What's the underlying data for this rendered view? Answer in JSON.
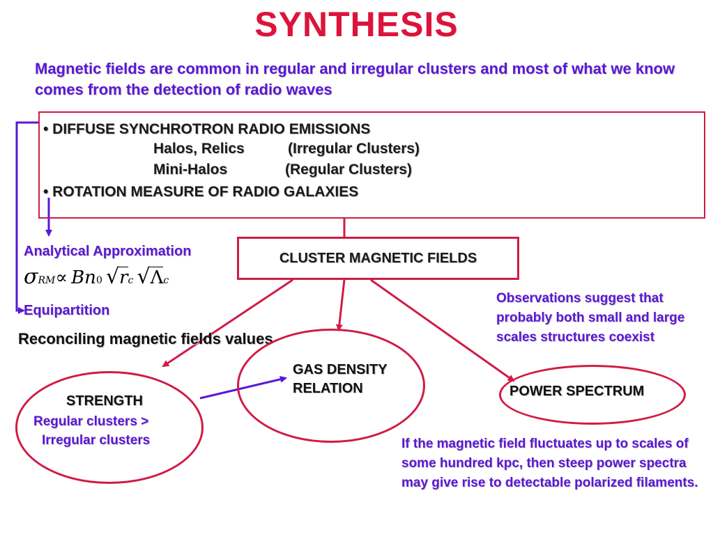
{
  "title": "SYNTHESIS",
  "intro": "Magnetic fields are common in regular and irregular clusters and most of what we know comes from the detection of radio waves",
  "emissions": {
    "bullet1": "• DIFFUSE SYNCHROTRON RADIO EMISSIONS",
    "halos_relics": "Halos,  Relics",
    "irregular_clusters": "(Irregular Clusters)",
    "mini_halos": "Mini-Halos",
    "regular_clusters": "(Regular Clusters)",
    "bullet2": "• ROTATION MEASURE OF RADIO GALAXIES"
  },
  "center_box": "CLUSTER MAGNETIC FIELDS",
  "left_notes": {
    "analytical": "Analytical Approximation",
    "equipartition": "Equipartition",
    "reconciling": "Reconciling magnetic fields values"
  },
  "formula": {
    "sigma": "σ",
    "rm": "RM",
    "propto": "∝",
    "bn": "Bn",
    "zero": "0",
    "r": "r",
    "c1": "c",
    "lambda": "Λ",
    "c2": "c"
  },
  "strength": {
    "label": "STRENGTH",
    "line1": "Regular clusters >",
    "line2": "Irregular clusters"
  },
  "gas_density": "GAS DENSITY RELATION",
  "power_spectrum": "POWER SPECTRUM",
  "observations": "Observations suggest that probably both small and large scales structures coexist",
  "fluctuation_note": "If the magnetic field fluctuates up to scales of some hundred kpc, then steep power spectra may give rise to detectable polarized filaments.",
  "colors": {
    "title": "#dc143c",
    "accent_purple": "#5a17d6",
    "box_border": "#d01b45",
    "text_dark": "#111111"
  }
}
